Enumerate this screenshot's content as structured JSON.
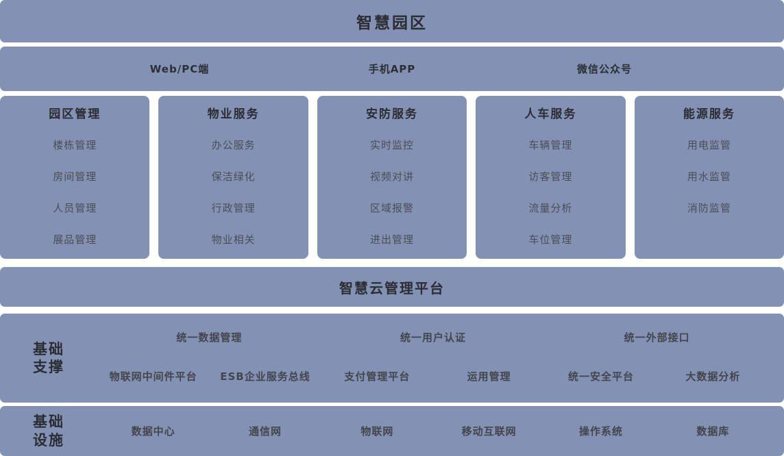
{
  "title": "智慧园区",
  "access_layer": {
    "items": [
      "Web/PC端",
      "手机APP",
      "微信公众号"
    ]
  },
  "service_columns": [
    {
      "title": "园区管理",
      "items": [
        "楼栋管理",
        "房间管理",
        "人员管理",
        "展品管理"
      ]
    },
    {
      "title": "物业服务",
      "items": [
        "办公服务",
        "保洁绿化",
        "行政管理",
        "物业相关"
      ]
    },
    {
      "title": "安防服务",
      "items": [
        "实时监控",
        "视频对讲",
        "区域报警",
        "进出管理"
      ]
    },
    {
      "title": "人车服务",
      "items": [
        "车辆管理",
        "访客管理",
        "流量分析",
        "车位管理"
      ]
    },
    {
      "title": "能源服务",
      "items": [
        "用电监管",
        "用水监管",
        "消防监管"
      ]
    }
  ],
  "platform_bar": {
    "title": "智慧云管理平台"
  },
  "support_section": {
    "label_line1": "基础",
    "label_line2": "支撑",
    "row1": [
      "统一数据管理",
      "统一用户认证",
      "统一外部接口"
    ],
    "row2": [
      "物联网中间件平台",
      "ESB企业服务总线",
      "支付管理平台",
      "运用管理",
      "统一安全平台",
      "大数据分析"
    ]
  },
  "infrastructure_section": {
    "label_line1": "基础",
    "label_line2": "设施",
    "items": [
      "数据中心",
      "通信网",
      "物联网",
      "移动互联网",
      "操作系统",
      "数据库"
    ]
  },
  "colors": {
    "block_bg": "#8392b4",
    "gap_bg": "#ffffff",
    "heading_text": "#2c2c33",
    "item_text": "#4c4c53"
  }
}
